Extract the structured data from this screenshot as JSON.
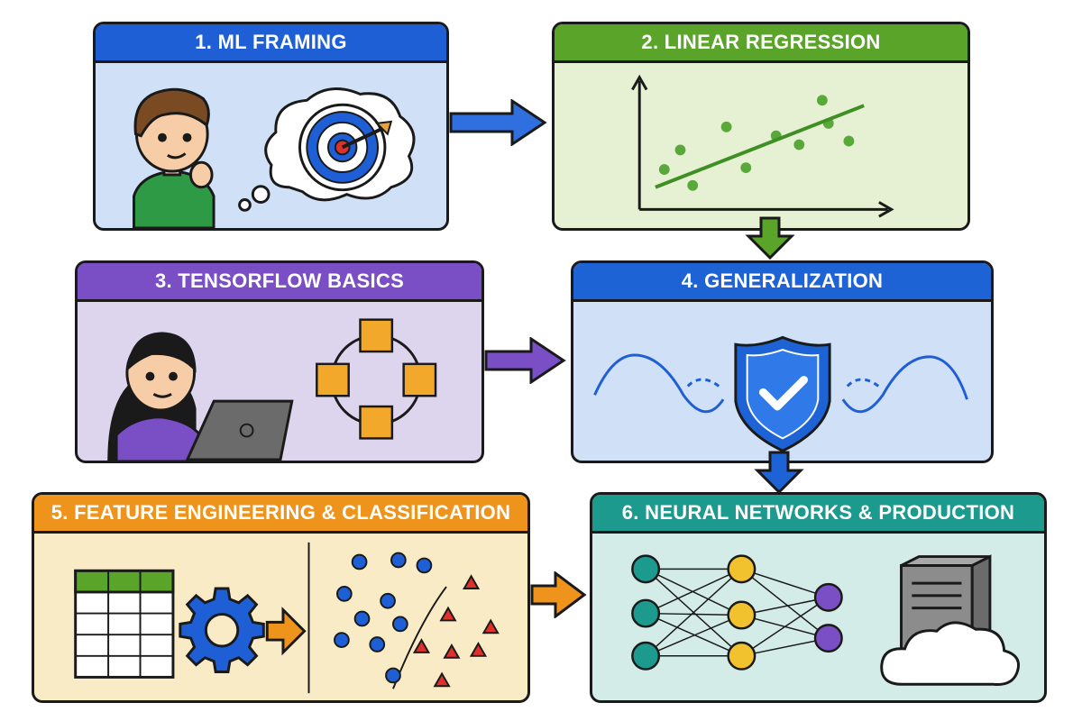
{
  "panels": [
    {
      "id": "p1",
      "title": "1. ML FRAMING",
      "header_color": "#1f5fd6",
      "body_color": "#cfe0f7"
    },
    {
      "id": "p2",
      "title": "2. LINEAR REGRESSION",
      "header_color": "#5aa42a",
      "body_color": "#e6f1d3"
    },
    {
      "id": "p3",
      "title": "3. TENSORFLOW BASICS",
      "header_color": "#7a4fc6",
      "body_color": "#ddd5ee"
    },
    {
      "id": "p4",
      "title": "4. GENERALIZATION",
      "header_color": "#1e63d5",
      "body_color": "#cfe0f7"
    },
    {
      "id": "p5",
      "title": "5. FEATURE ENGINEERING & CLASSIFICATION",
      "header_color": "#ee941c",
      "body_color": "#f9ebc5"
    },
    {
      "id": "p6",
      "title": "6. NEURAL NETWORKS & PRODUCTION",
      "header_color": "#1d9a8e",
      "body_color": "#d4ece7"
    }
  ],
  "icons": {
    "p1": [
      "person-thinking-icon",
      "thought-bubble-icon",
      "target-icon"
    ],
    "p2": [
      "scatter-plot-icon",
      "regression-line-icon"
    ],
    "p3": [
      "person-laptop-icon",
      "graph-nodes-icon"
    ],
    "p4": [
      "shield-check-icon",
      "wave-icon"
    ],
    "p5": [
      "spreadsheet-icon",
      "gear-icon",
      "classification-scatter-icon"
    ],
    "p6": [
      "neural-network-icon",
      "server-icon",
      "cloud-icon"
    ]
  },
  "arrow_colors": {
    "p1_to_p2": "#2f6fe0",
    "p2_to_p4": "#5aa42a",
    "p3_to_p4": "#7a4fc6",
    "p4_to_p6": "#1e63d5",
    "p5_to_p6": "#ee941c"
  }
}
